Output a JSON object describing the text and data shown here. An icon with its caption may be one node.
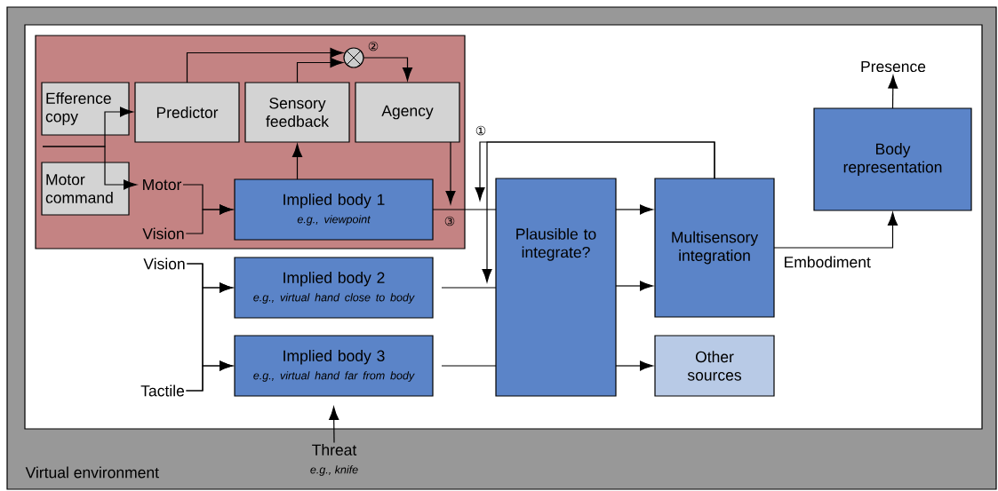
{
  "diagram": {
    "nodes": [
      {
        "text": [
          "Virtual environment"
        ]
      },
      {
        "text": [],
        "shape": "box",
        "in": 0
      },
      {
        "text": [
          "Efference copy"
        ],
        "in": 1
      },
      {
        "text": [
          "Predictor"
        ],
        "in": 1
      },
      {
        "text": [
          "Sensory feedback"
        ],
        "in": 1
      },
      {
        "text": [
          "Agency"
        ],
        "in": 1
      },
      {
        "text": [],
        "shape": "circle",
        "in": 1,
        "beside": [
          "②"
        ]
      },
      {
        "text": [
          "Motor command"
        ],
        "in": 1
      },
      {
        "text": [
          "Motor"
        ],
        "in": 1
      },
      {
        "text": [
          "Vision"
        ],
        "in": 1
      },
      {
        "text": [
          "Implied body 1",
          "e.g., viewpoint"
        ],
        "in": 1
      },
      {
        "text": [
          "Vision"
        ],
        "in": 0
      },
      {
        "text": [
          "Tactile"
        ],
        "in": 0
      },
      {
        "text": [
          "Implied body 2",
          "e.g., virtual hand close to body"
        ],
        "in": 0
      },
      {
        "text": [
          "Implied body 3",
          "e.g., virtual hand far from body"
        ],
        "in": 0
      },
      {
        "text": [
          "Threat",
          "e.g., knife"
        ],
        "in": 0
      },
      {
        "text": [
          "Plausible to integrate?"
        ],
        "in": 0
      },
      {
        "text": [
          "Multisensory integration"
        ],
        "in": 0
      },
      {
        "text": [
          "Other sources"
        ],
        "in": 0
      },
      {
        "text": [
          "Body representation"
        ],
        "in": 0
      },
      {
        "text": [
          "Presence"
        ],
        "in": 0
      }
    ],
    "edges": [
      {
        "from": null,
        "to": 3,
        "arrow": "to"
      },
      {
        "from": null,
        "to": 8,
        "arrow": "to"
      },
      {
        "from": 3,
        "to": 6,
        "arrow": "to"
      },
      {
        "from": 4,
        "to": 6,
        "arrow": "to"
      },
      {
        "from": 6,
        "to": 5,
        "arrow": "to"
      },
      {
        "from": 10,
        "to": 4,
        "arrow": "to"
      },
      {
        "from": 8,
        "to": 10,
        "arrow": "to"
      },
      {
        "from": 9,
        "to": 10,
        "arrow": "to"
      },
      {
        "from": 5,
        "to": null,
        "arrow": "to"
      },
      {
        "from": 17,
        "to": 16,
        "arrow": "to"
      },
      {
        "from": 17,
        "to": 16,
        "arrow": "to"
      },
      {
        "from": 10,
        "to": 16,
        "arrow": "none"
      },
      {
        "from": 11,
        "to": 13,
        "arrow": "to"
      },
      {
        "from": 12,
        "to": 13,
        "arrow": "to"
      },
      {
        "from": 11,
        "to": 14,
        "arrow": "to"
      },
      {
        "from": 12,
        "to": 14,
        "arrow": "to"
      },
      {
        "from": 13,
        "to": 16,
        "arrow": "none"
      },
      {
        "from": 14,
        "to": 16,
        "arrow": "none"
      },
      {
        "from": 15,
        "to": 14,
        "arrow": "to"
      },
      {
        "from": 16,
        "to": 17,
        "arrow": "to"
      },
      {
        "from": 16,
        "to": 17,
        "arrow": "to"
      },
      {
        "from": 16,
        "to": 18,
        "arrow": "to"
      },
      {
        "from": 17,
        "to": 19,
        "arrow": "to",
        "label": "Embodiment"
      },
      {
        "from": 19,
        "to": 20,
        "arrow": "to"
      }
    ],
    "labels": [
      "①",
      "③"
    ]
  }
}
